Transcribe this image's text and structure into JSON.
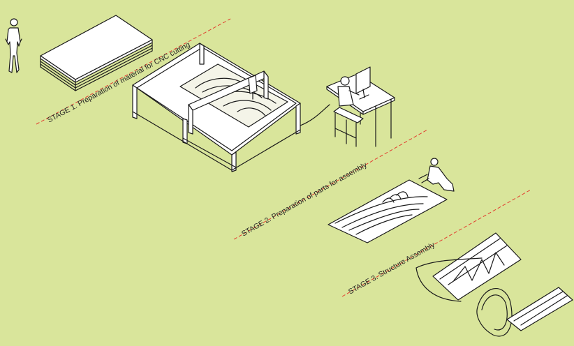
{
  "stages": [
    {
      "label": "STAGE 1.  Preparation of material for CNC cutting"
    },
    {
      "label": "STAGE 2.  Preparation of parts for assembly"
    },
    {
      "label": "STAGE 3.  Structure Assembly"
    }
  ],
  "colors": {
    "background": "#d9e59b",
    "divider": "#e23b2e",
    "ink": "#1a1a1a"
  }
}
